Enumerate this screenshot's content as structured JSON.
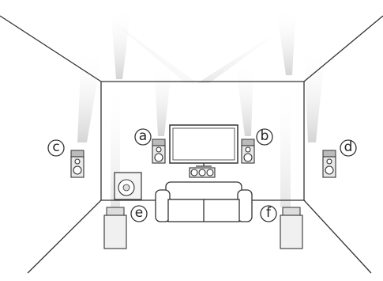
{
  "speaker_labels": {
    "a": "a",
    "b": "b",
    "c": "c",
    "d": "d",
    "e": "e",
    "f": "f"
  },
  "colors": {
    "line": "#333333",
    "beam": "#d6d6d6",
    "cabinet": "#e8e8e8"
  }
}
